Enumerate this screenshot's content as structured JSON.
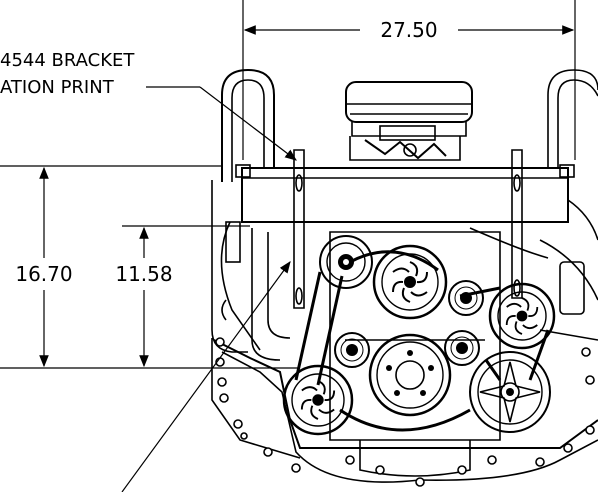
{
  "drawing": {
    "dimensions": {
      "width": "27.50",
      "height_overall": "16.70",
      "height_mount": "11.58"
    },
    "notes": {
      "bracket_line1": "4544 BRACKET",
      "bracket_line2": "ATION PRINT"
    }
  }
}
